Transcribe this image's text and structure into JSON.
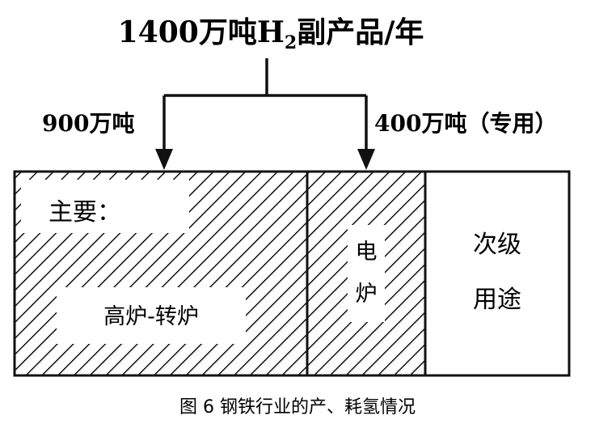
{
  "title": {
    "prefix": "1400万吨H",
    "subscript": "2",
    "suffix": "副产品/年"
  },
  "branches": {
    "left_label": "900万吨",
    "right_label": "400万吨（专用）"
  },
  "boxes": {
    "main_label": "主要：",
    "main_sublabel": "高炉-转炉",
    "electric_char_1": "电",
    "electric_char_2": "炉",
    "secondary_line_1": "次级",
    "secondary_line_2": "用途"
  },
  "caption": "图 6 钢铁行业的产、耗氢情况",
  "colors": {
    "stroke": "#111111",
    "background": "#ffffff",
    "hatch": "#111111"
  }
}
